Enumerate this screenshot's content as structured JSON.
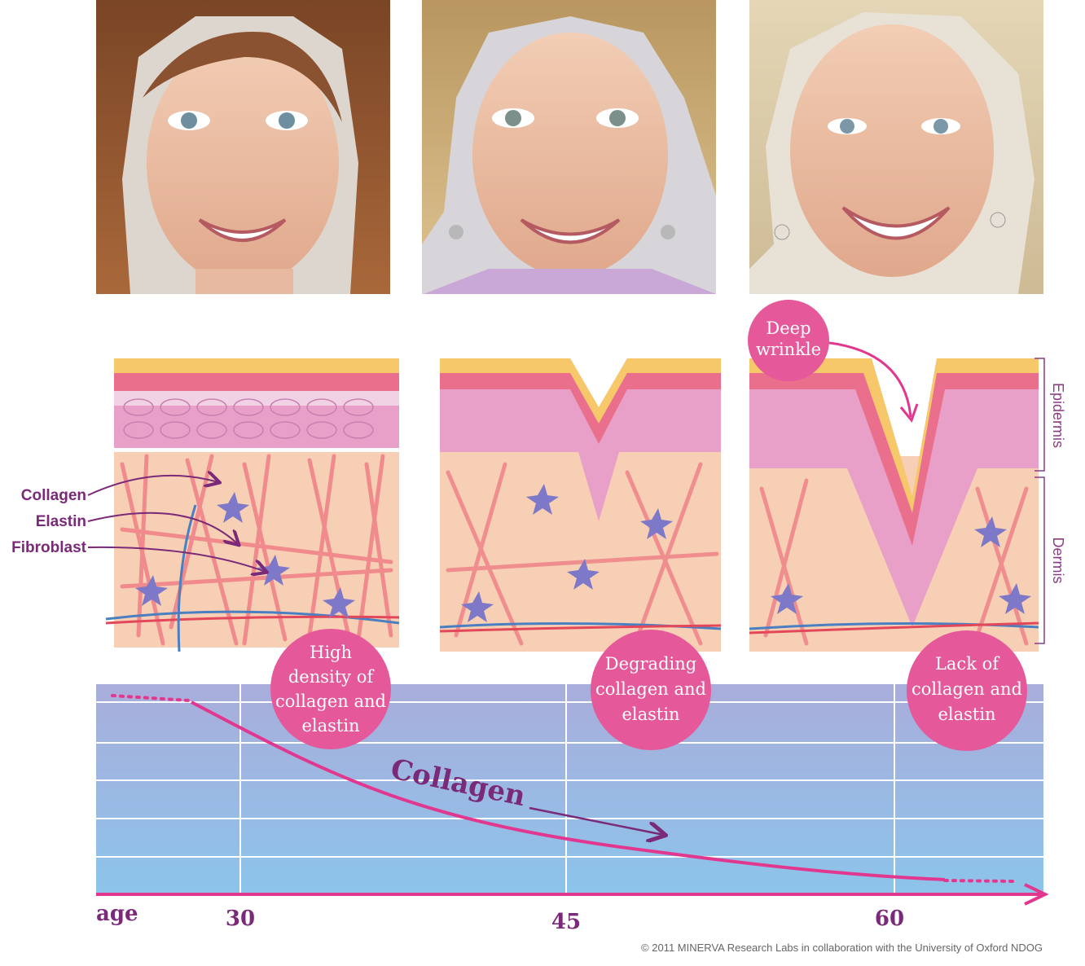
{
  "colors": {
    "magenta": "#e2378e",
    "bubble": "#e5589a",
    "purple": "#7a2a78",
    "chart_top": "#a9addb",
    "chart_bottom": "#8cc4ea",
    "epidermis_yellow": "#f6c86a",
    "epidermis_pink": "#e9a0c8",
    "dermis": "#f7cfb4",
    "fiber": "#ef7e86",
    "bracket": "#8a3c82"
  },
  "icons": [
    "face-photo-age-30",
    "face-photo-age-45",
    "face-photo-age-60",
    "fibroblast-star-icon",
    "elastin-cross-icon"
  ],
  "labels": {
    "collagen": "Collagen",
    "elastin": "Elastin",
    "fibroblast": "Fibroblast",
    "epidermis": "Epidermis",
    "dermis": "Dermis",
    "deep_wrinkle": [
      "Deep",
      "wrinkle"
    ]
  },
  "bubbles": [
    {
      "lines": [
        "High",
        "density of",
        "collagen and",
        "elastin"
      ]
    },
    {
      "lines": [
        "Degrading",
        "collagen and",
        "elastin"
      ]
    },
    {
      "lines": [
        "Lack of",
        "collagen and",
        "elastin"
      ]
    }
  ],
  "chart_data": {
    "type": "line",
    "title": "",
    "xlabel": "age",
    "x_ticks": [
      "30",
      "45",
      "60"
    ],
    "series": [
      {
        "name": "Collagen",
        "trend": "declining with age"
      }
    ],
    "grid": true
  },
  "footer": {
    "copyright": "© 2011 MINERVA Research Labs in collaboration with the University of Oxford NDOG"
  }
}
